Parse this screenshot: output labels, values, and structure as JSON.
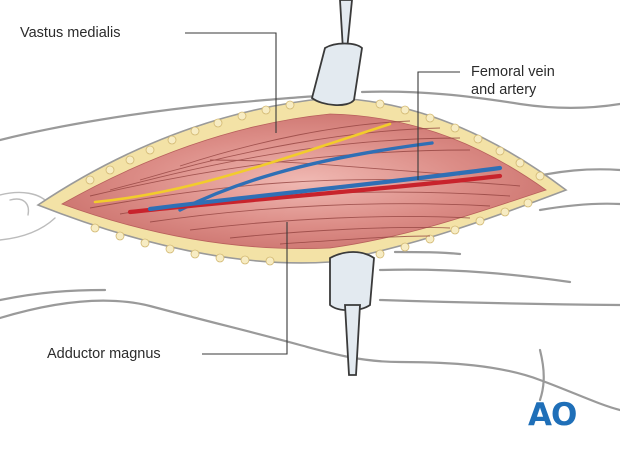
{
  "labels": {
    "vastus_medialis": "Vastus medialis",
    "femoral_vessels_line1": "Femoral vein",
    "femoral_vessels_line2": "and artery",
    "adductor_magnus": "Adductor magnus"
  },
  "logo": {
    "text": "AO"
  },
  "colors": {
    "outline": "#9a9a9a",
    "retractor_fill": "#e3eaf0",
    "retractor_stroke": "#3a3a3a",
    "fat": "#f3e2a6",
    "muscle": "#d98580",
    "muscle_light": "#f2c9c4",
    "vein": "#2f6fb5",
    "artery": "#c8232c",
    "nerve": "#f2cc2c",
    "leader": "#3a3a3a",
    "logo": "#1f6fb8"
  }
}
